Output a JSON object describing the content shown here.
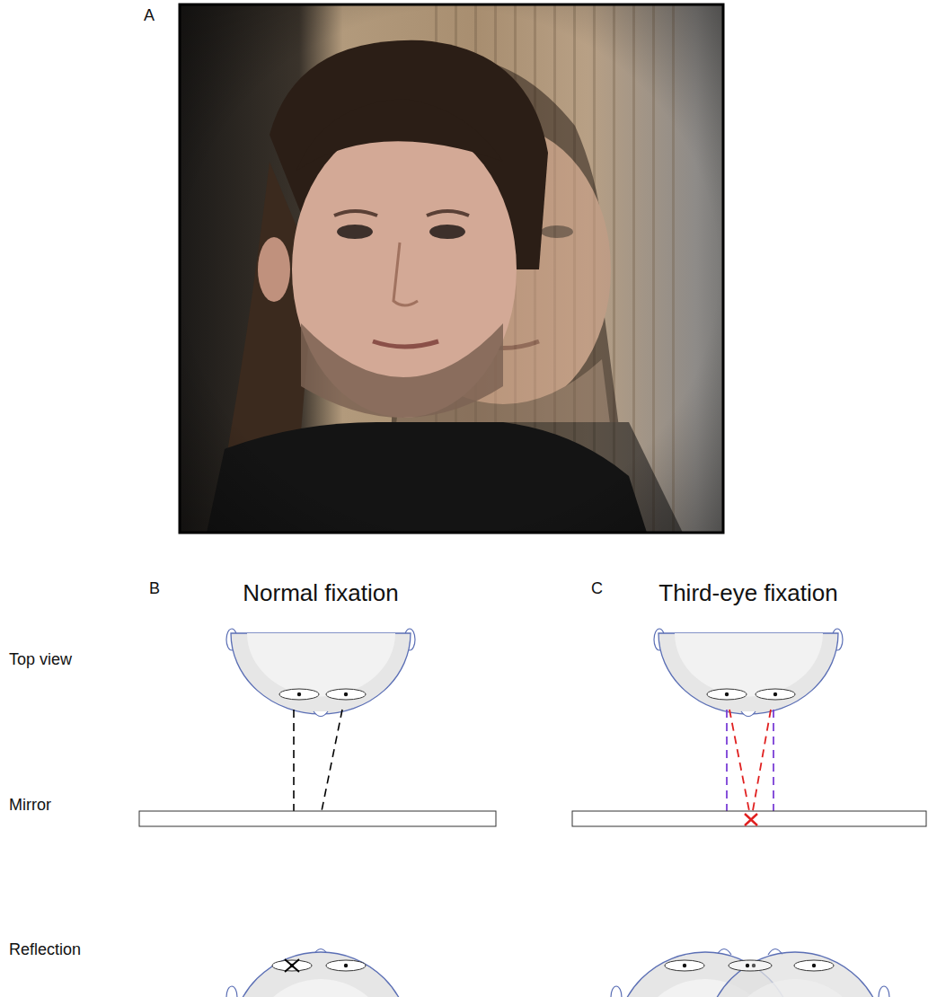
{
  "diagram": {
    "labels": [
      "A",
      "B",
      "Normal fixation",
      "C",
      "Third-eye fixation",
      "Top view",
      "Mirror",
      "Reflection"
    ]
  }
}
